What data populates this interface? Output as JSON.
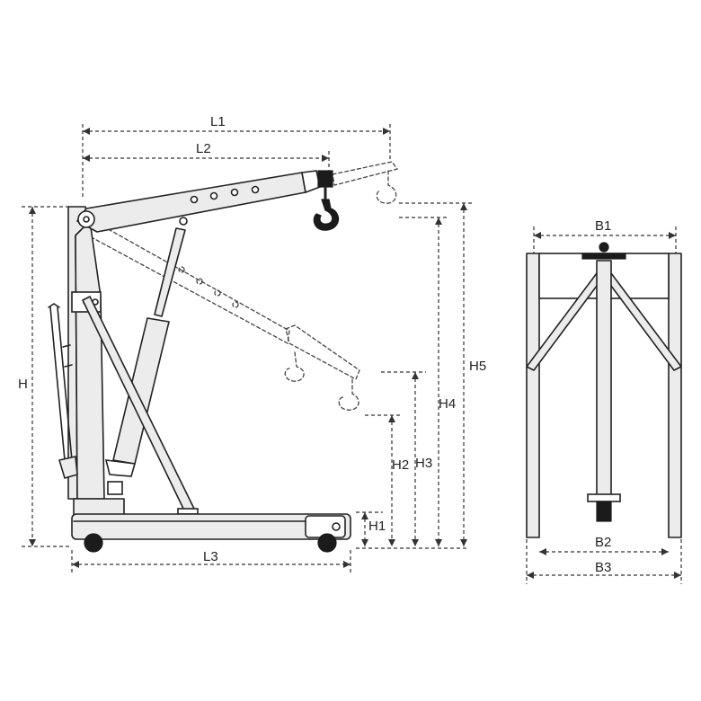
{
  "labels": {
    "L1": "L1",
    "L2": "L2",
    "L3": "L3",
    "H": "H",
    "H1": "H1",
    "H2": "H2",
    "H3": "H3",
    "H4": "H4",
    "H5": "H5",
    "B1": "B1",
    "B2": "B2",
    "B3": "B3"
  }
}
